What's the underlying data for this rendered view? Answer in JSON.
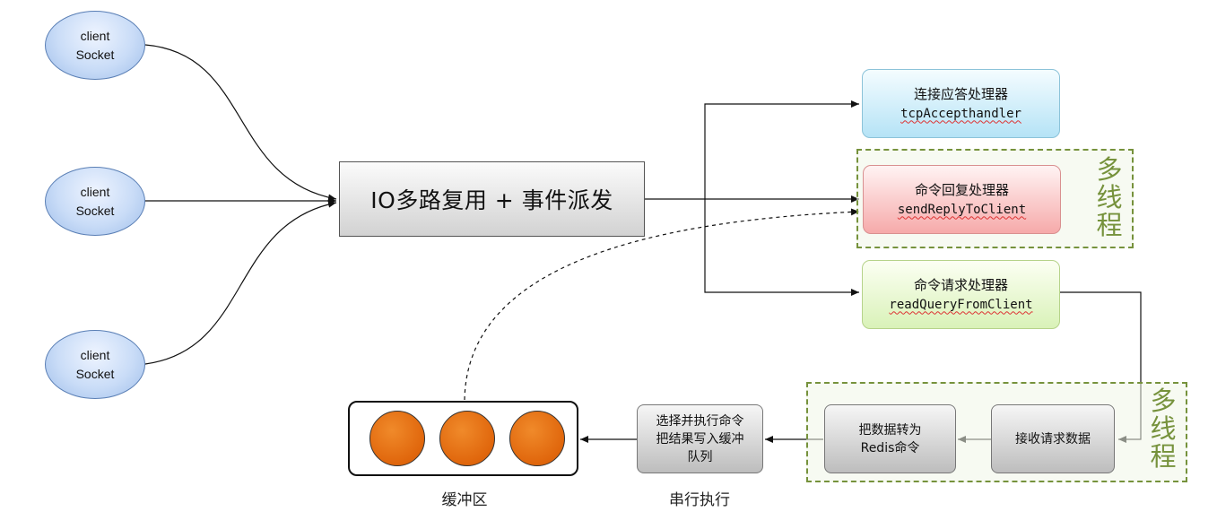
{
  "clients": [
    {
      "line1": "client",
      "line2": "Socket"
    },
    {
      "line1": "client",
      "line2": "Socket"
    },
    {
      "line1": "client",
      "line2": "Socket"
    }
  ],
  "multiplexer": {
    "label": "IO多路复用 + 事件派发"
  },
  "handlers": {
    "accept": {
      "title": "连接应答处理器",
      "code": "tcpAccepthandler"
    },
    "reply": {
      "title": "命令回复处理器",
      "code": "sendReplyToClient"
    },
    "query": {
      "title": "命令请求处理器",
      "code": "readQueryFromClient"
    }
  },
  "multithread_label": "多线程",
  "steps": {
    "receive": "接收请求数据",
    "convert": {
      "line1": "把数据转为",
      "line2": "Redis命令"
    },
    "execute": {
      "line1": "选择并执行命令",
      "line2": "把结果写入缓冲",
      "line3": "队列"
    }
  },
  "captions": {
    "buffer": "缓冲区",
    "serial": "串行执行"
  },
  "colors": {
    "multithread": "#76923c",
    "buffer_ball": "#e0660c"
  }
}
